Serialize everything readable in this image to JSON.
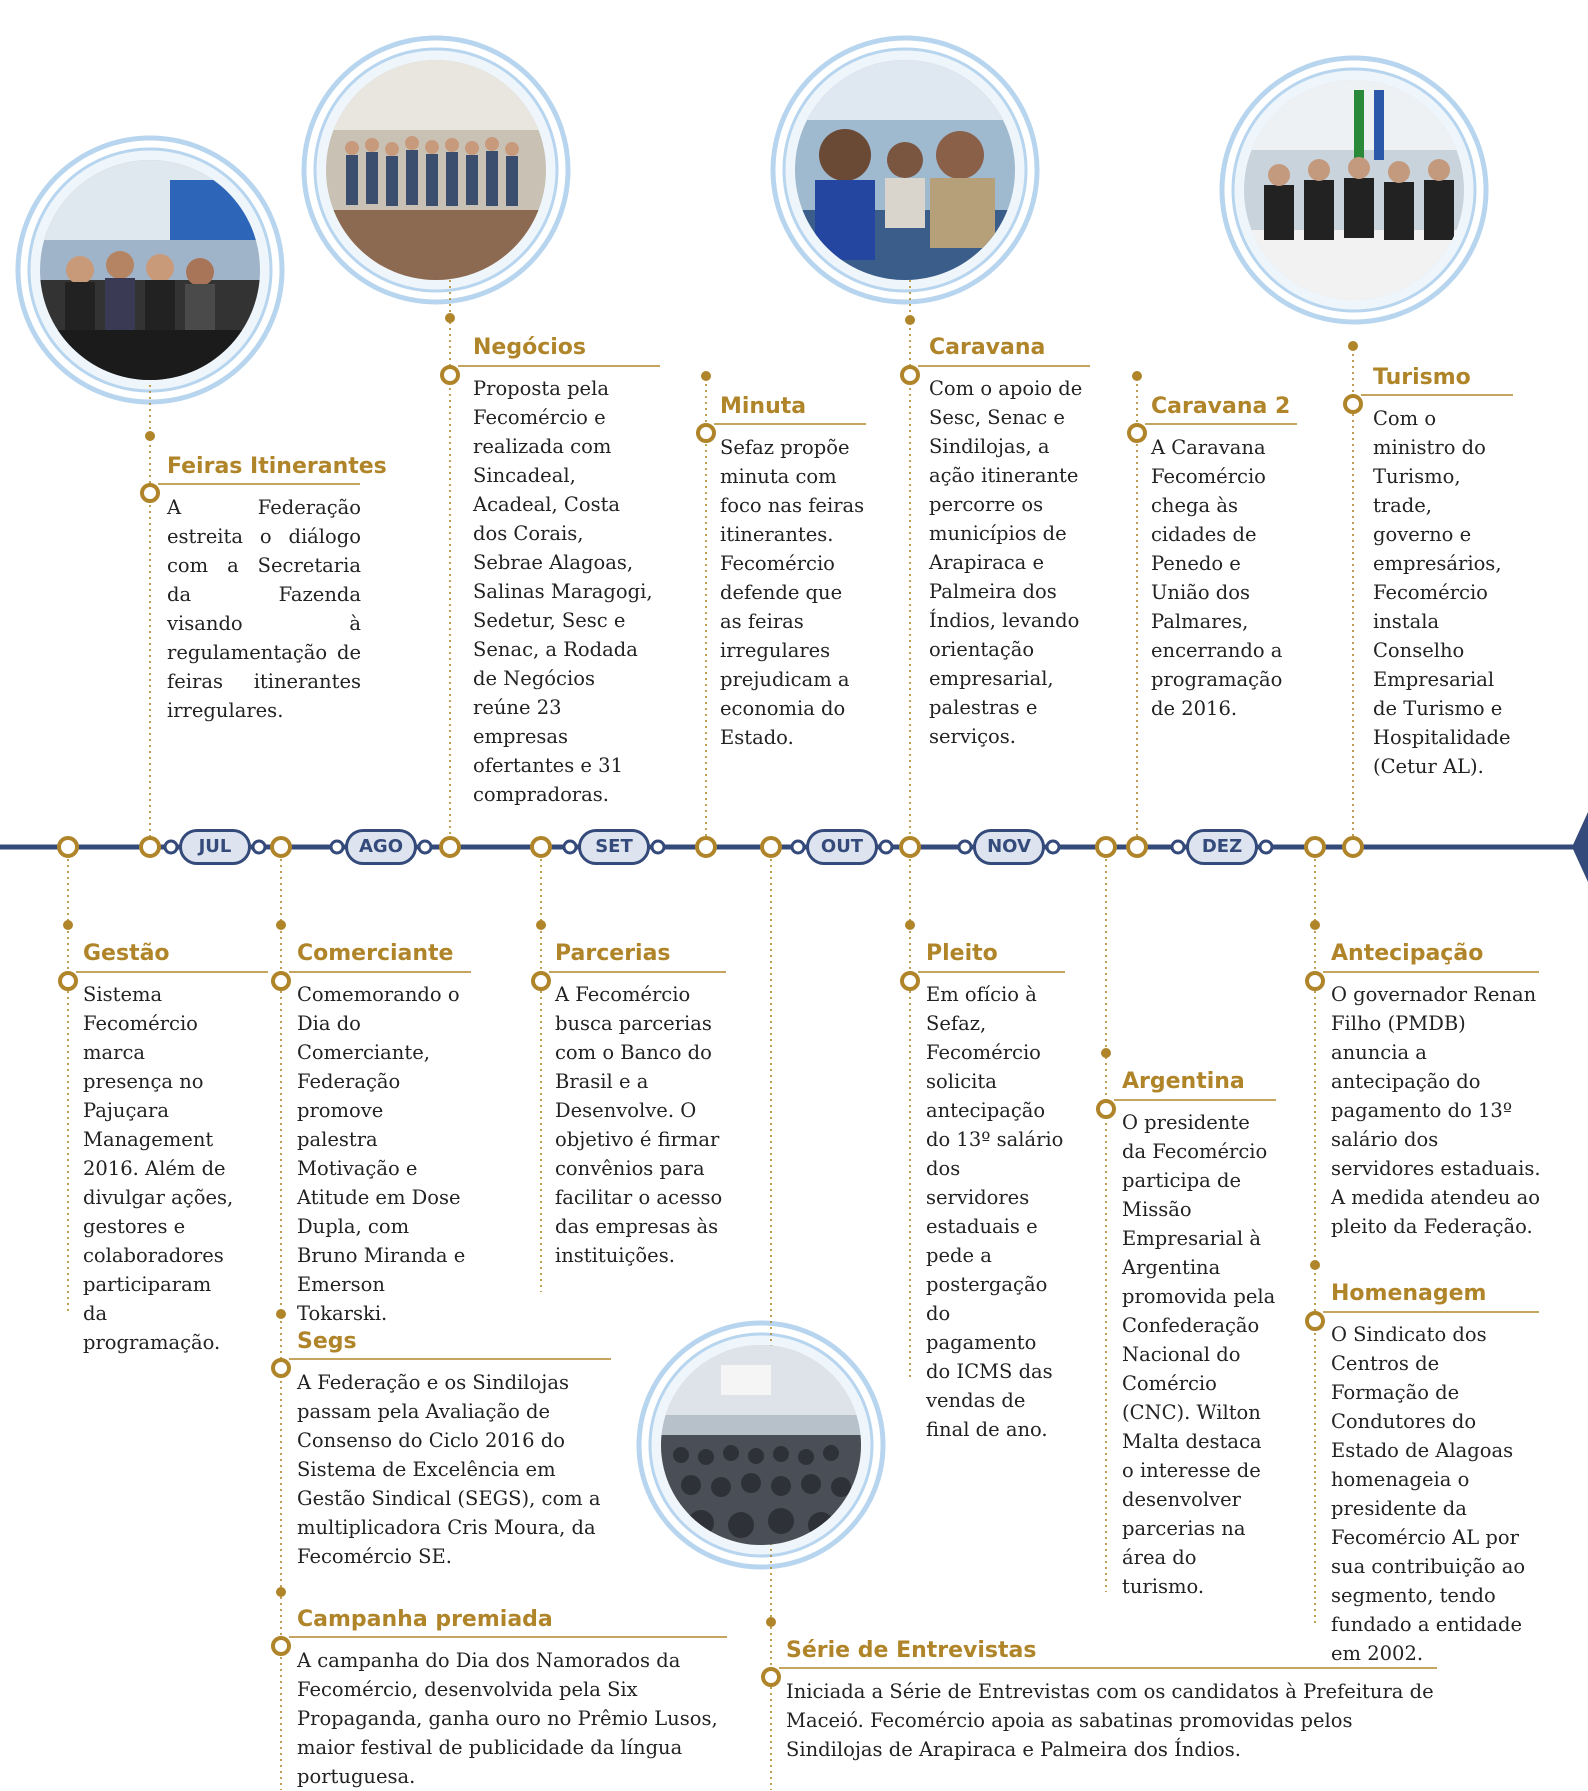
{
  "colors": {
    "line": "#334a7a",
    "gold": "#b0852a",
    "halo": "#b7d5ee",
    "month_bg": "#dde4ef"
  },
  "months": [
    "JUL",
    "AGO",
    "SET",
    "OUT",
    "NOV",
    "DEZ"
  ],
  "events_top": [
    {
      "id": "feiras",
      "title": "Feiras Itinerantes",
      "text": "A Federação estreita o diálogo com a Secretaria da Fazenda visando à regulamentação de feiras itinerantes irregulares."
    },
    {
      "id": "negocios",
      "title": "Negócios",
      "text": "Proposta pela Fecomércio e realizada com Sincadeal, Acadeal, Costa dos Corais, Sebrae Alagoas, Salinas Maragogi, Sedetur, Sesc e Senac, a Rodada de Negócios reúne 23 empresas ofertantes e 31 compradoras."
    },
    {
      "id": "minuta",
      "title": "Minuta",
      "text": "Sefaz propõe minuta com foco nas feiras itinerantes. Fecomércio defende que as feiras irregulares prejudicam a economia do Estado."
    },
    {
      "id": "caravana",
      "title": "Caravana",
      "text": "Com o apoio de Sesc, Senac e Sindilojas, a ação itinerante percorre os municípios de Arapiraca e Palmeira dos Índios, levando orientação empresarial, palestras e serviços."
    },
    {
      "id": "caravana2",
      "title": "Caravana 2",
      "text": "A Caravana Fecomércio chega às cidades de Penedo e União dos Palmares, encerrando a programação de 2016."
    },
    {
      "id": "turismo",
      "title": "Turismo",
      "text": "Com o ministro do Turismo, trade, governo e empresários, Fecomércio instala Conselho Empresarial de Turismo e Hospitalidade (Cetur AL)."
    }
  ],
  "events_bottom": [
    {
      "id": "gestao",
      "title": "Gestão",
      "text": "Sistema Fecomércio marca presença no Pajuçara Management 2016. Além de divulgar ações, gestores e colaboradores participaram da programação."
    },
    {
      "id": "comerciante",
      "title": "Comerciante",
      "text": "Comemorando o Dia do Comerciante, Federação promove palestra Motivação e Atitude em Dose Dupla, com Bruno Miranda e Emerson Tokarski."
    },
    {
      "id": "segs",
      "title": "Segs",
      "text": "A Federação e os Sindilojas passam pela Avaliação de Consenso do Ciclo 2016 do Sistema de Excelência em Gestão Sindical (SEGS), com a multiplicadora Cris Moura, da Fecomércio SE."
    },
    {
      "id": "campanha",
      "title": "Campanha premiada",
      "text": "A campanha do Dia dos Namorados da Fecomércio, desenvolvida pela Six Propaganda, ganha ouro no Prêmio Lusos, maior festival de publicidade da língua portuguesa."
    },
    {
      "id": "parcerias",
      "title": "Parcerias",
      "text": "A Fecomércio busca parcerias com o Banco do Brasil e a Desenvolve. O objetivo é firmar convênios para facilitar o acesso das empresas às instituições."
    },
    {
      "id": "serie",
      "title": "Série de Entrevistas",
      "text": "Iniciada a Série de Entrevistas com os candidatos à Prefeitura de Maceió. Fecomércio apoia as sabatinas promovidas pelos Sindilojas de Arapiraca e Palmeira dos Índios."
    },
    {
      "id": "pleito",
      "title": "Pleito",
      "text": "Em ofício à Sefaz, Fecomércio solicita antecipação do 13º salário dos servidores estaduais e pede a postergação do pagamento do ICMS das vendas de final de ano."
    },
    {
      "id": "argentina",
      "title": "Argentina",
      "text": "O presidente da Fecomércio participa de Missão Empresarial à Argentina promovida pela Confederação Nacional do Comércio (CNC). Wilton Malta destaca o interesse de desenvolver parcerias na área do turismo."
    },
    {
      "id": "antecipacao",
      "title": "Antecipação",
      "text": "O governador Renan Filho (PMDB) anuncia a antecipação do pagamento do 13º salário dos servidores estaduais. A medida atendeu ao pleito da Federação."
    },
    {
      "id": "homenagem",
      "title": "Homenagem",
      "text": "O Sindicato dos Centros de Formação de Condutores do Estado de Alagoas homenageia o presidente da Fecomércio AL por sua contribuição ao segmento, tendo fundado a entidade em 2002."
    }
  ],
  "photos": [
    {
      "id": "photo-feiras",
      "icon": "meeting-photo"
    },
    {
      "id": "photo-negocios",
      "icon": "crowd-photo"
    },
    {
      "id": "photo-caravana",
      "icon": "people-photo"
    },
    {
      "id": "photo-turismo",
      "icon": "panel-photo"
    },
    {
      "id": "photo-serie",
      "icon": "auditorium-photo"
    }
  ]
}
